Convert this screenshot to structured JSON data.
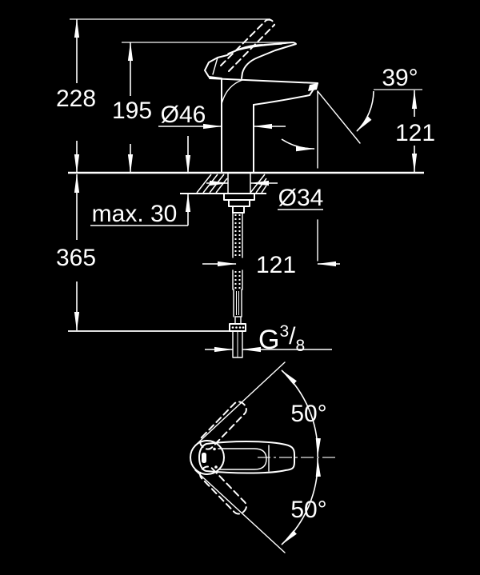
{
  "drawing": {
    "kind": "technical-dimension-drawing",
    "subject": "single-lever basin mixer faucet, side elevation and handle top view",
    "background_color": "#000000",
    "line_color": "#ffffff",
    "side_view": {
      "labels": {
        "overall_height": "228",
        "height_to_lever_tip": "195",
        "body_diameter": "Ø46",
        "spout_angle": "39°",
        "spout_outlet_height": "121",
        "mounting_hole_diameter": "Ø34",
        "max_counter_thickness": "max. 30",
        "supply_length": "365",
        "spout_reach": "121",
        "thread": {
          "g": "G",
          "sup": "3",
          "slash": "/",
          "sub": "8"
        }
      }
    },
    "top_view": {
      "labels": {
        "swivel_angle_upper": "50°",
        "swivel_angle_lower": "50°"
      }
    }
  }
}
